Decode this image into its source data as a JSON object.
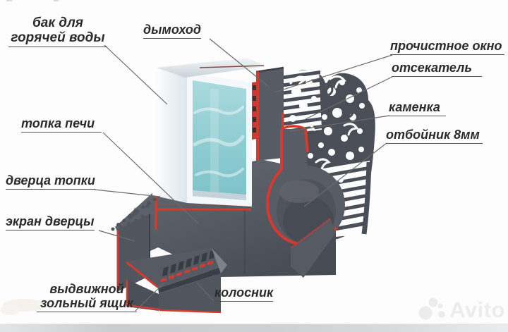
{
  "figure": {
    "type": "cutaway-diagram",
    "subject": "banya stove cross-section",
    "labels": {
      "tank": "бак для\nгорячей воды",
      "chimney": "дымоход",
      "cleanout_window": "прочистное окно",
      "cutoff": "отсекатель",
      "stone_heater": "каменка",
      "baffle": "отбойник 8мм",
      "firebox": "топка печи",
      "firebox_door": "дверца топки",
      "door_screen": "экран дверцы",
      "ash_box": "выдвижной\nзольный ящик",
      "grate": "колосник"
    }
  },
  "watermark": {
    "brand": "Avito"
  },
  "colors": {
    "cut_edge_red": "#d7392e",
    "metal_dark": "#565a63",
    "metal_darker": "#42464e",
    "water_teal": "#8fcdd2",
    "tank_white": "#f4f8fa",
    "label_text": "#2b2b2b",
    "watermark_gray": "#ececec"
  }
}
